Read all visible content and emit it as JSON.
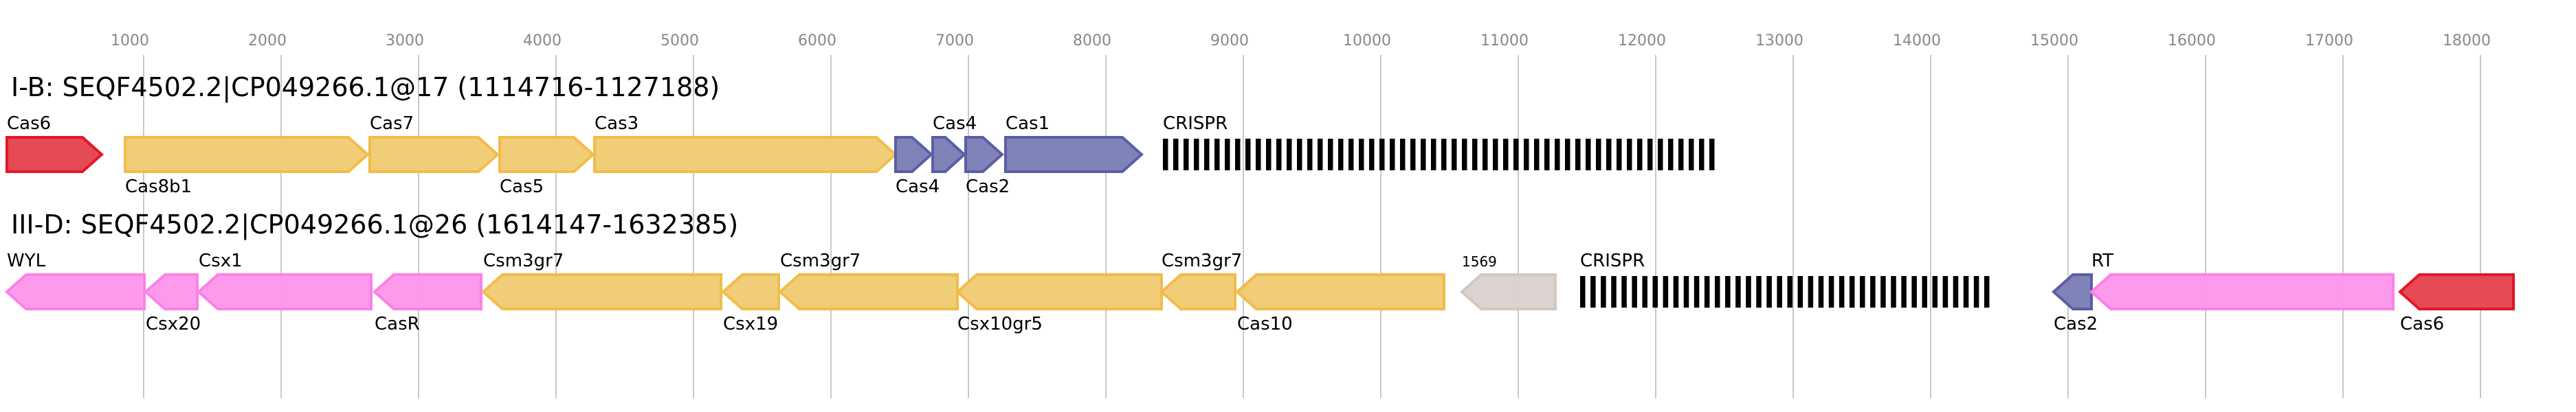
{
  "axis": {
    "ticks": [
      1000,
      2000,
      3000,
      4000,
      5000,
      6000,
      7000,
      8000,
      9000,
      10000,
      11000,
      12000,
      13000,
      14000,
      15000,
      16000,
      17000,
      18000
    ]
  },
  "colors": {
    "red": {
      "fill": "#e4444f",
      "stroke": "#e0182a"
    },
    "yellow": {
      "fill": "#f2cb74",
      "stroke": "#f0bd4a"
    },
    "blue": {
      "fill": "#7c7fb6",
      "stroke": "#5a5ea6"
    },
    "pink": {
      "fill": "#fd97ea",
      "stroke": "#fd80e6"
    },
    "grey": {
      "fill": "#d9d2cd",
      "stroke": "#d2c8c0"
    }
  },
  "loci": [
    {
      "title": "I-B: SEQF4502.2|CP049266.1@17 (1114716-1127188)",
      "genes": [
        {
          "label": "Cas6",
          "start": 5,
          "end": 695,
          "strand": "+",
          "color": "red",
          "label_pos": "top"
        },
        {
          "label": "Cas8b1",
          "start": 865,
          "end": 2630,
          "strand": "+",
          "color": "yellow",
          "label_pos": "bottom"
        },
        {
          "label": "Cas7",
          "start": 2645,
          "end": 3575,
          "strand": "+",
          "color": "yellow",
          "label_pos": "top"
        },
        {
          "label": "Cas5",
          "start": 3590,
          "end": 4270,
          "strand": "+",
          "color": "yellow",
          "label_pos": "bottom"
        },
        {
          "label": "Cas3",
          "start": 4280,
          "end": 6470,
          "strand": "+",
          "color": "yellow",
          "label_pos": "top"
        },
        {
          "label": "Cas4",
          "start": 6470,
          "end": 6730,
          "strand": "+",
          "color": "blue",
          "label_pos": "bottom"
        },
        {
          "label": "Cas4",
          "start": 6740,
          "end": 6970,
          "strand": "+",
          "color": "blue",
          "label_pos": "top"
        },
        {
          "label": "Cas2",
          "start": 6980,
          "end": 7245,
          "strand": "+",
          "color": "blue",
          "label_pos": "bottom"
        },
        {
          "label": "Cas1",
          "start": 7270,
          "end": 8260,
          "strand": "+",
          "color": "blue",
          "label_pos": "top"
        },
        {
          "label": "CRISPR",
          "start": 8415,
          "end": 12465,
          "type": "crispr",
          "repeats": 54,
          "label_pos": "top"
        }
      ]
    },
    {
      "title": "III-D: SEQF4502.2|CP049266.1@26 (1614147-1632385)",
      "genes": [
        {
          "label": "WYL",
          "start": 5,
          "end": 1005,
          "strand": "-",
          "color": "pink",
          "label_pos": "top"
        },
        {
          "label": "Csx20",
          "start": 1015,
          "end": 1390,
          "strand": "-",
          "color": "pink",
          "label_pos": "bottom"
        },
        {
          "label": "Csx1",
          "start": 1400,
          "end": 2655,
          "strand": "-",
          "color": "pink",
          "label_pos": "top"
        },
        {
          "label": "CasR",
          "start": 2680,
          "end": 3455,
          "strand": "-",
          "color": "pink",
          "label_pos": "bottom"
        },
        {
          "label": "Csm3gr7",
          "start": 3470,
          "end": 5200,
          "strand": "-",
          "color": "yellow",
          "label_pos": "top"
        },
        {
          "label": "Csx19",
          "start": 5215,
          "end": 5620,
          "strand": "-",
          "color": "yellow",
          "label_pos": "bottom"
        },
        {
          "label": "Csm3gr7",
          "start": 5630,
          "end": 6920,
          "strand": "-",
          "color": "yellow",
          "label_pos": "top"
        },
        {
          "label": "Csx10gr5",
          "start": 6920,
          "end": 8405,
          "strand": "-",
          "color": "yellow",
          "label_pos": "bottom"
        },
        {
          "label": "Csm3gr7",
          "start": 8405,
          "end": 8940,
          "strand": "-",
          "color": "yellow",
          "label_pos": "top"
        },
        {
          "label": "Cas10",
          "start": 8955,
          "end": 10460,
          "strand": "-",
          "color": "yellow",
          "label_pos": "bottom"
        },
        {
          "label": "1569",
          "start": 10590,
          "end": 11270,
          "strand": "-",
          "color": "grey",
          "label_pos": "top",
          "small": true
        },
        {
          "label": "CRISPR",
          "start": 11450,
          "end": 14465,
          "type": "crispr",
          "repeats": 40,
          "label_pos": "top"
        },
        {
          "label": "Cas2",
          "start": 14895,
          "end": 15170,
          "strand": "-",
          "color": "blue",
          "label_pos": "bottom"
        },
        {
          "label": "RT",
          "start": 15170,
          "end": 17365,
          "strand": "-",
          "color": "pink",
          "label_pos": "top"
        },
        {
          "label": "Cas6",
          "start": 17415,
          "end": 18240,
          "strand": "-",
          "color": "red",
          "label_pos": "bottom"
        }
      ]
    }
  ]
}
